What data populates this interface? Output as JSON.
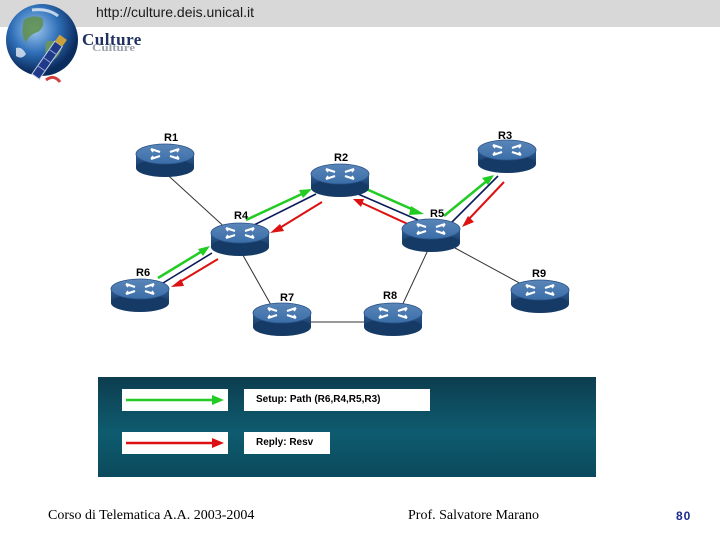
{
  "header": {
    "url": "http://culture.deis.unical.it"
  },
  "logo": {
    "text": "Culture"
  },
  "diagram": {
    "routers": [
      "R1",
      "R2",
      "R3",
      "R4",
      "R5",
      "R6",
      "R7",
      "R8",
      "R9"
    ]
  },
  "legend": {
    "setup_label": "Setup: Path (R6,R4,R5,R3)",
    "reply_label": "Reply: Resv",
    "setup_color": "#22cc22",
    "reply_color": "#dd1111"
  },
  "footer": {
    "course": "Corso di Telematica A.A. 2003-2004",
    "professor": "Prof. Salvatore Marano",
    "page_number": "80"
  }
}
